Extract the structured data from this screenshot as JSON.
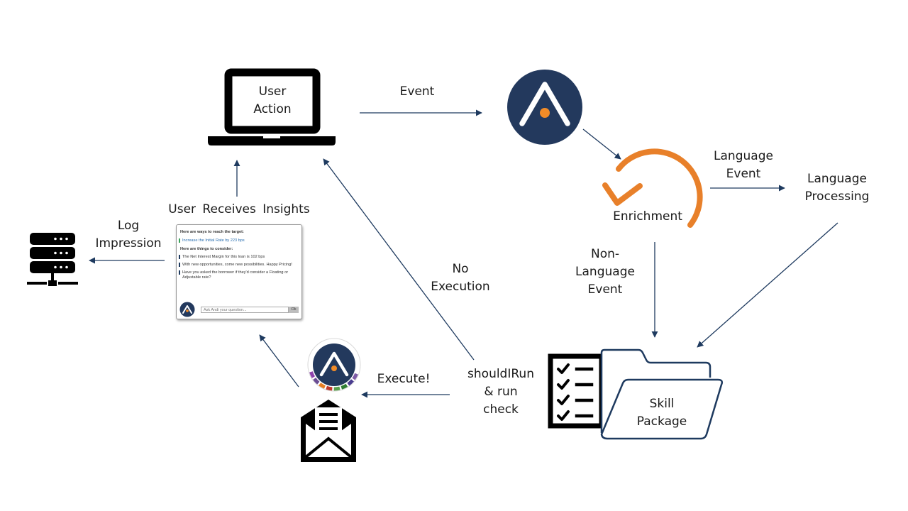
{
  "colors": {
    "arrow": "#1e3a5f",
    "brand_navy": "#23395d",
    "brand_orange": "#f28c28",
    "enrichment_orange": "#e8802a",
    "icon_black": "#000000"
  },
  "nodes": {
    "user_action": {
      "line1": "User",
      "line2": "Action",
      "icon": "laptop-icon"
    },
    "event_label": "Event",
    "andi_logo": {
      "icon": "andi-logo-icon"
    },
    "enrichment": {
      "label": "Enrichment",
      "icon": "circular-arrow-icon"
    },
    "language_event": {
      "line1": "Language",
      "line2": "Event"
    },
    "language_processing": {
      "line1": "Language",
      "line2": "Processing"
    },
    "non_language_event": {
      "line1": "Non-",
      "line2": "Language",
      "line3": "Event"
    },
    "skill_package": {
      "line1": "Skill",
      "line2": "Package",
      "icon": "checklist-folder-icon"
    },
    "should_i_run": {
      "line1": "shouldIRun",
      "line2": "& run",
      "line3": "check"
    },
    "no_execution": {
      "line1": "No",
      "line2": "Execution"
    },
    "execute": {
      "label": "Execute!",
      "icon": "envelope-icon",
      "badge_icon": "andi-ring-logo-icon"
    },
    "user_receives_insights": {
      "label": "User Receives Insights"
    },
    "log_impression": {
      "line1": "Log",
      "line2": "Impression",
      "icon": "server-icon"
    }
  },
  "insights_panel": {
    "heading_target": "Here are ways to reach the target:",
    "target_item": "Increase the Initial Rate by 223 bps",
    "heading_consider": "Here are things to consider:",
    "item1": "The Net Interest Margin for this loan is 102 bps",
    "item2": "With new opportunities, come new possibilities. Happy Pricing!",
    "item3": "Have you asked the borrower if they'd consider a Floating or Adjustable rate?",
    "ask_placeholder": "Ask Andi your question...",
    "ok_label": "Ok"
  }
}
